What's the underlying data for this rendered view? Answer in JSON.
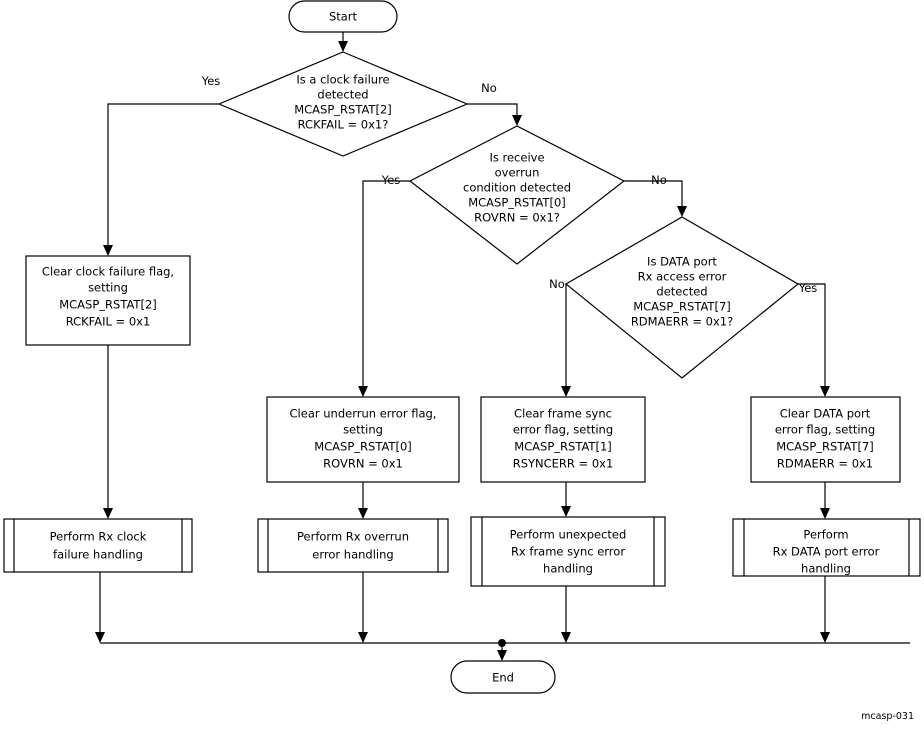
{
  "figure": {
    "caption": "mcasp-031",
    "background_color": "#ffffff",
    "line_color": "#000000"
  },
  "nodes": {
    "start": {
      "label": "Start",
      "shape": "terminator"
    },
    "end": {
      "label": "End",
      "shape": "terminator"
    },
    "decision_clock_failure": {
      "shape": "decision",
      "lines": [
        "Is a clock failure",
        "detected",
        "MCASP_RSTAT[2]",
        "RCKFAIL = 0x1?"
      ]
    },
    "decision_receive_overrun": {
      "shape": "decision",
      "lines": [
        "Is receive",
        "overrun",
        "condition detected",
        "MCASP_RSTAT[0]",
        "ROVRN = 0x1?"
      ]
    },
    "decision_data_port_error": {
      "shape": "decision",
      "lines": [
        "Is DATA port",
        "Rx access  error",
        "detected",
        "MCASP_RSTAT[7]",
        "RDMAERR = 0x1?"
      ]
    },
    "process_clear_clock_failure": {
      "shape": "process",
      "lines": [
        "Clear clock failure flag,",
        "setting",
        "MCASP_RSTAT[2]",
        "RCKFAIL = 0x1"
      ]
    },
    "process_clear_underrun": {
      "shape": "process",
      "lines": [
        "Clear underrun error flag,",
        "setting",
        "MCASP_RSTAT[0]",
        "ROVRN = 0x1"
      ]
    },
    "process_clear_frame_sync": {
      "shape": "process",
      "lines": [
        "Clear frame sync",
        "error flag, setting",
        "MCASP_RSTAT[1]",
        "RSYNCERR = 0x1"
      ]
    },
    "process_clear_data_port": {
      "shape": "process",
      "lines": [
        "Clear DATA port",
        "error flag, setting",
        "MCASP_RSTAT[7]",
        "RDMAERR = 0x1"
      ]
    },
    "subprocess_rx_clock_failure": {
      "shape": "predefined-process",
      "lines": [
        "Perform Rx clock",
        "failure handling"
      ]
    },
    "subprocess_rx_overrun": {
      "shape": "predefined-process",
      "lines": [
        "Perform Rx overrun",
        "error handling"
      ]
    },
    "subprocess_rx_frame_sync": {
      "shape": "predefined-process",
      "lines": [
        "Perform  unexpected",
        "Rx frame sync error",
        "handling"
      ]
    },
    "subprocess_rx_data_port": {
      "shape": "predefined-process",
      "lines": [
        "Perform",
        "Rx DATA port error",
        "handling"
      ]
    }
  },
  "edge_labels": {
    "clock_failure_yes": "Yes",
    "clock_failure_no": "No",
    "receive_overrun_yes": "Yes",
    "receive_overrun_no": "No",
    "data_port_no": "No",
    "data_port_yes": "Yes"
  }
}
